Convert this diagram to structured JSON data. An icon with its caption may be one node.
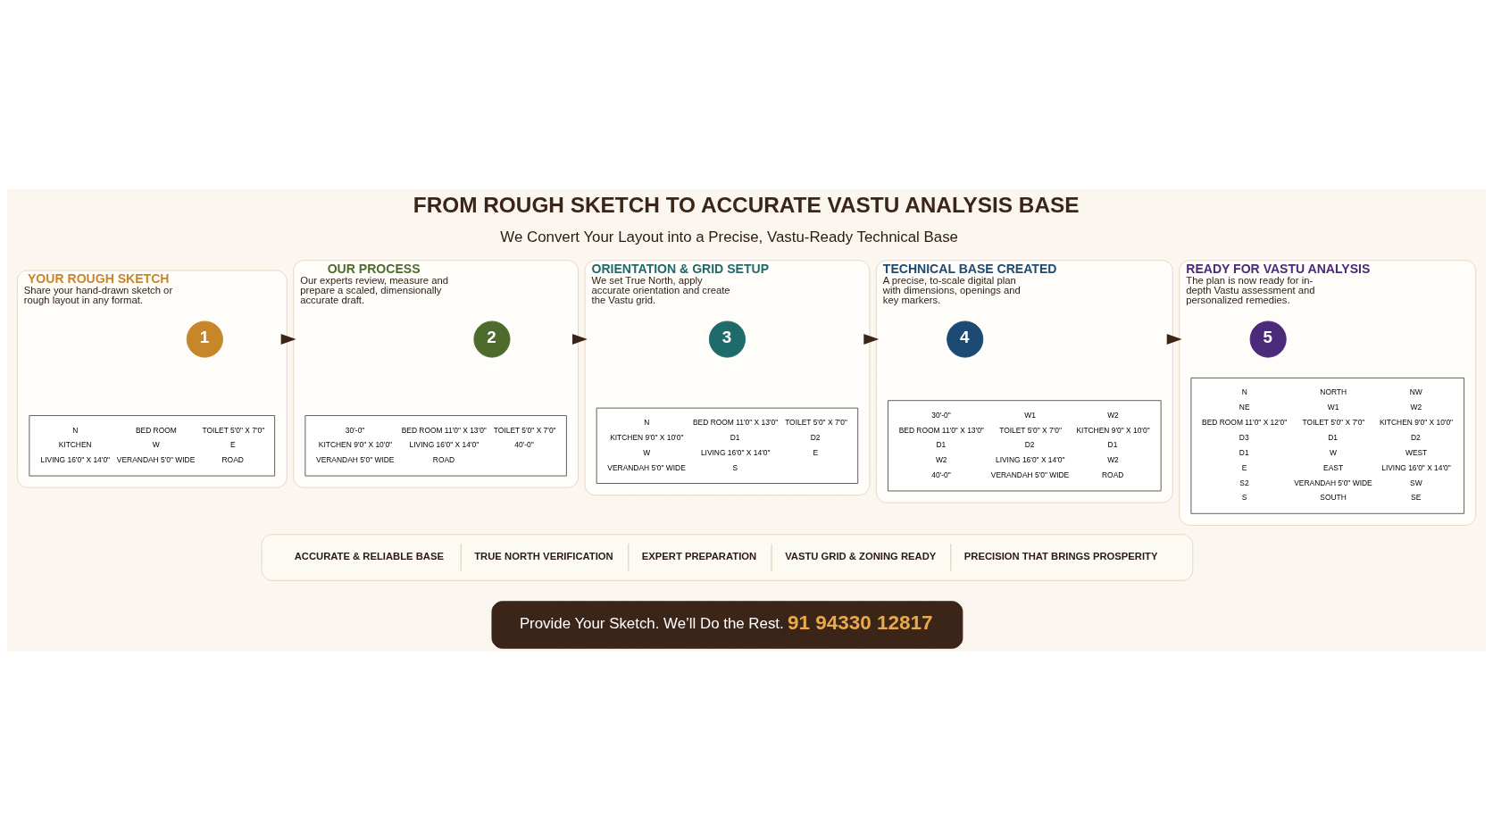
{
  "diagram": {
    "title": "FROM ROUGH SKETCH TO ACCURATE VASTU ANALYSIS BASE",
    "nodes": [
      {
        "text": [
          "YOUR ROUGH SKETCH",
          "Share your hand-drawn sketch or rough layout in any format."
        ]
      },
      {
        "text": [
          "1"
        ],
        "in": 0
      },
      {
        "text": [
          "N",
          "BED ROOM",
          "TOILET 5'0\" X 7'0\"",
          "KITCHEN",
          "W",
          "E",
          "LIVING 16'0\" X 14'0\"",
          "VERANDAH 5'0\" WIDE",
          "ROAD"
        ],
        "in": 0
      },
      {
        "text": [
          "OUR PROCESS",
          "Our experts review, measure and prepare a scaled, dimensionally accurate draft."
        ]
      },
      {
        "text": [
          "2"
        ],
        "in": 3
      },
      {
        "text": [
          "30'-0\"",
          "BED ROOM 11'0\" X 13'0\"",
          "TOILET 5'0\" X 7'0\"",
          "KITCHEN 9'0\" X 10'0\"",
          "LIVING 16'0\" X 14'0\"",
          "40'-0\"",
          "VERANDAH 5'0\" WIDE",
          "ROAD"
        ],
        "in": 3
      },
      {
        "text": [
          "ORIENTATION & GRID SETUP",
          "We set True North, apply accurate orientation and create the Vastu grid."
        ]
      },
      {
        "text": [
          "3"
        ],
        "in": 6
      },
      {
        "text": [
          "N",
          "BED ROOM 11'0\" X 13'0\"",
          "TOILET 5'0\" X 7'0\"",
          "KITCHEN 9'0\" X 10'0\"",
          "D1",
          "D2",
          "W",
          "LIVING 16'0\" X 14'0\"",
          "E",
          "VERANDAH 5'0\" WIDE",
          "S"
        ],
        "in": 6
      },
      {
        "text": [
          "TECHNICAL BASE CREATED",
          "A precise, to-scale digital plan with dimensions, openings and key markers."
        ]
      },
      {
        "text": [
          "4"
        ],
        "in": 9
      },
      {
        "text": [
          "30'-0\"",
          "W1",
          "W2",
          "BED ROOM 11'0\" X 13'0\"",
          "TOILET 5'0\" X 7'0\"",
          "KITCHEN 9'0\" X 10'0\"",
          "D1",
          "D2",
          "D1",
          "W2",
          "LIVING 16'0\" X 14'0\"",
          "W2",
          "40'-0\"",
          "VERANDAH 5'0\" WIDE",
          "ROAD"
        ],
        "in": 9
      },
      {
        "text": [
          "READY FOR VASTU ANALYSIS",
          "The plan is now ready for in-depth Vastu assessment and personalized remedies."
        ]
      },
      {
        "text": [
          "5"
        ],
        "in": 12
      },
      {
        "text": [
          "N",
          "NORTH",
          "NW",
          "NE",
          "W1",
          "W2",
          "BED ROOM 11'0\" X 12'0\"",
          "TOILET 5'0\" X 7'0\"",
          "KITCHEN 9'0\" X 10'0\"",
          "D3",
          "D1",
          "D2",
          "D1",
          "W",
          "WEST",
          "E",
          "EAST",
          "LIVING 16'0\" X 14'0\"",
          "S2",
          "VERANDAH 5'0\" WIDE",
          "SW",
          "S",
          "SOUTH",
          "SE"
        ],
        "in": 12
      },
      {
        "text": [
          "ACCURATE & RELIABLE BASE",
          "TRUE NORTH VERIFICATION",
          "EXPERT PREPARATION",
          "VASTU GRID & ZONING READY",
          "PRECISION THAT BRINGS PROSPERITY"
        ]
      },
      {
        "text": [
          "Provide Your Sketch. We’ll Do the Rest.",
          "91 94330 12817"
        ]
      }
    ],
    "edges": [
      {
        "from": 0,
        "to": 3,
        "arrow": "to"
      },
      {
        "from": 3,
        "to": 6,
        "arrow": "to"
      },
      {
        "from": 6,
        "to": 9,
        "arrow": "to"
      },
      {
        "from": 9,
        "to": 12,
        "arrow": "to"
      }
    ],
    "labels": [
      "We Convert Your Layout into a Precise, Vastu-Ready Technical Base"
    ]
  }
}
